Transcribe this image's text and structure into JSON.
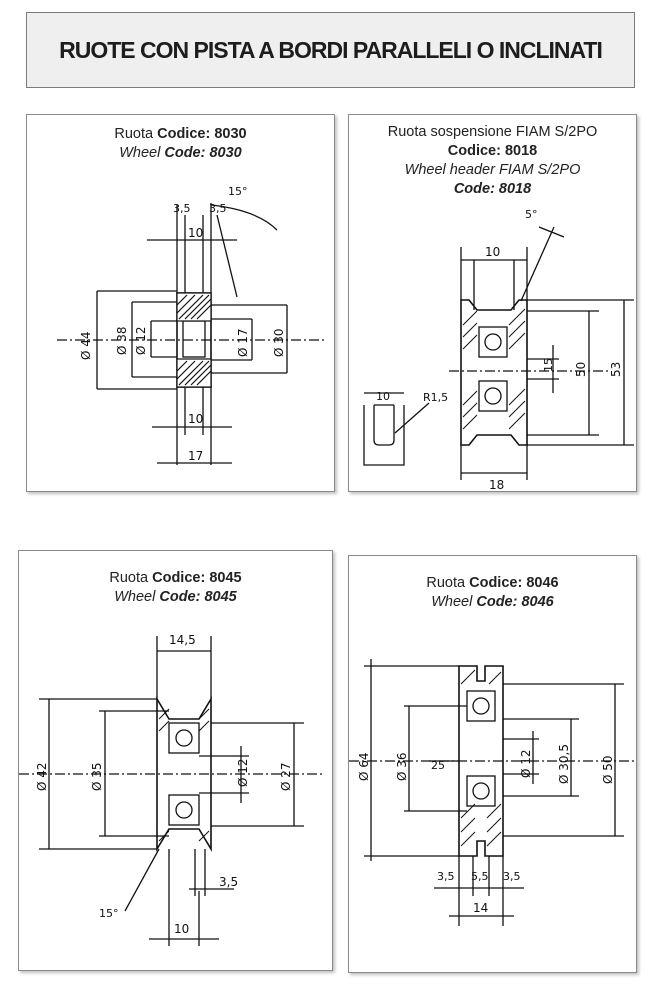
{
  "page_title": "RUOTE CON PISTA A BORDI PARALLELI O INCLINATI",
  "w8030": {
    "it_prefix": "Ruota",
    "it_code_label": "Codice: 8030",
    "en_prefix": "Wheel",
    "en_code_label": "Code: 8030",
    "dims": {
      "angle": "15°",
      "left_gap": "3,5",
      "right_gap": "3,5",
      "width_top": "10",
      "d44": "Ø 44",
      "d38": "Ø 38",
      "d12": "Ø 12",
      "d17": "Ø 17",
      "d30": "Ø 30",
      "width_bottom": "10",
      "total": "17"
    }
  },
  "w8018": {
    "line1": "Ruota sospensione FIAM S/2PO",
    "line2": "Codice: 8018",
    "line3": "Wheel header FIAM S/2PO",
    "line4": "Code: 8018",
    "dims": {
      "angle": "5°",
      "width_top": "10",
      "d15": "15",
      "d50": "50",
      "d53": "53",
      "groove_w": "10",
      "radius": "R1,5",
      "total": "18"
    }
  },
  "w8045": {
    "it_prefix": "Ruota",
    "it_code_label": "Codice: 8045",
    "en_prefix": "Wheel",
    "en_code_label": "Code: 8045",
    "dims": {
      "width_top": "14,5",
      "d42": "Ø 42",
      "d35": "Ø 35",
      "d12": "Ø 12",
      "d27": "Ø 27",
      "gap": "3,5",
      "angle": "15°",
      "hub": "10"
    }
  },
  "w8046": {
    "it_prefix": "Ruota",
    "it_code_label": "Codice: 8046",
    "en_prefix": "Wheel",
    "en_code_label": "Code: 8046",
    "dims": {
      "d64": "Ø 64",
      "d36": "Ø 36",
      "d25": "25",
      "d12": "Ø 12",
      "d30_5": "Ø 30,5",
      "d50": "Ø 50",
      "w_left": "3,5",
      "w_mid": "5,5",
      "w_right": "3,5",
      "total": "14"
    }
  }
}
